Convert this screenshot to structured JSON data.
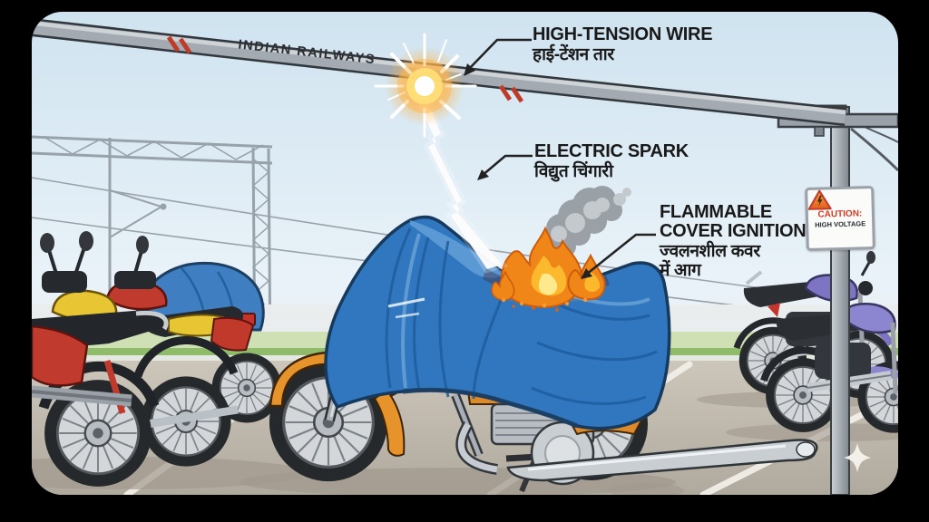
{
  "illustration": {
    "wire_brand": "INDIAN RAILWAYS",
    "annotations": [
      {
        "id": "high-tension-wire",
        "title": "HIGH-TENSION WIRE",
        "subtitle": "हाई-टेंशन तार"
      },
      {
        "id": "electric-spark",
        "title": "ELECTRIC SPARK",
        "subtitle": "विद्युत चिंगारी"
      },
      {
        "id": "flammable-cover-ignition",
        "title_lines": [
          "FLAMMABLE",
          "COVER IGNITION"
        ],
        "subtitle_lines": [
          "ज्वलनशील कवर",
          "में आग"
        ]
      }
    ],
    "caution_sign": {
      "heading": "CAUTION:",
      "line": "HIGH VOLTAGE"
    },
    "colors": {
      "frame": "#000000",
      "sky": "#cfe3f0",
      "cover_blue": "#3077bf",
      "flame_orange": "#ef8617",
      "flame_yellow": "#fcb92e",
      "caution_red": "#d23b22",
      "grass_green": "#8fbb6a",
      "pavement": "#c0b9ae",
      "wire_gray": "#a3aab1",
      "fender_orange": "#e6932c",
      "bike_red": "#c03a2d",
      "bike_purple": "#7d74c4"
    }
  }
}
